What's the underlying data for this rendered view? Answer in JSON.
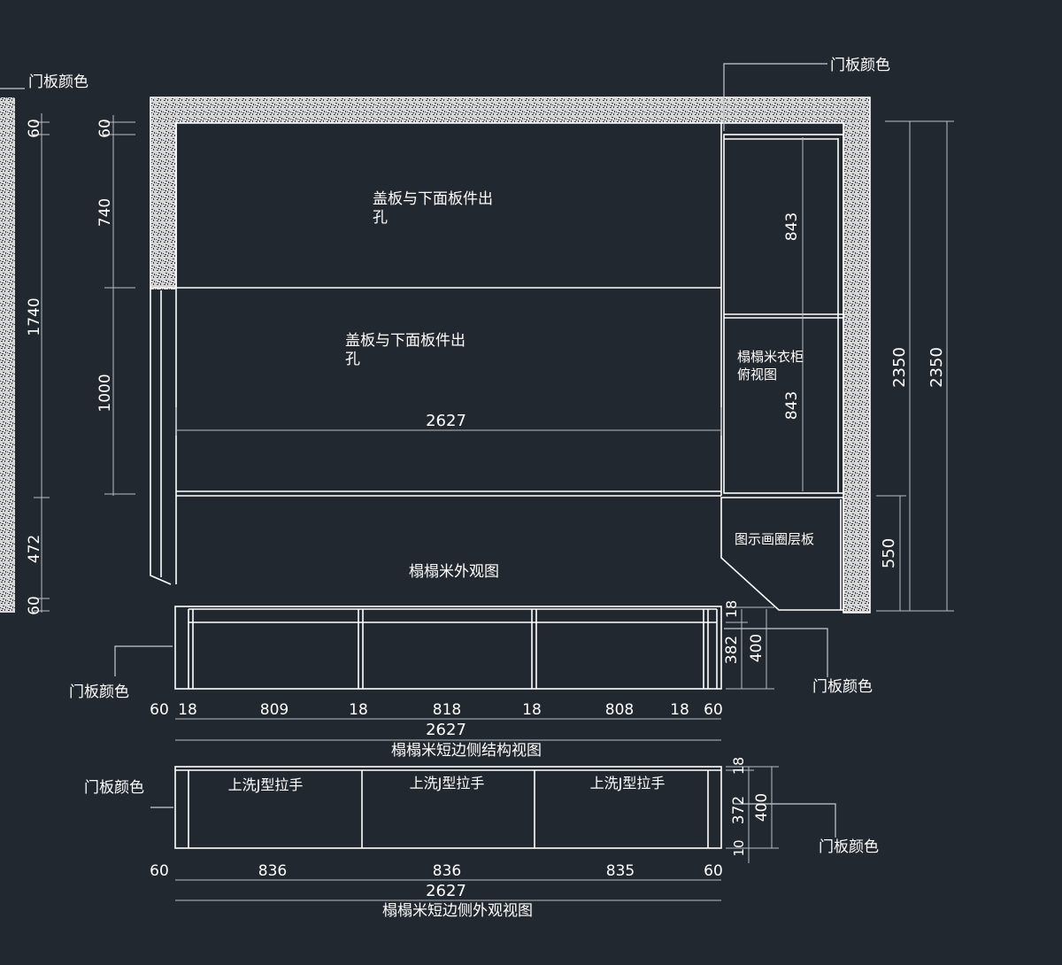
{
  "colors": {
    "background": "#212830",
    "linework": "#ffffff",
    "dimension": "#b9bec4"
  },
  "labels": {
    "door_color": "门板颜色",
    "cover_hole": "盖板与下面板件出",
    "cover_hole_2": "孔",
    "tatami_exterior": "榻榻米外观图",
    "wardrobe_top": "榻榻米衣柜",
    "wardrobe_top_2": "俯视图",
    "layer_board": "图示画圈层板",
    "short_side_structure": "榻榻米短边侧结构视图",
    "short_side_exterior": "榻榻米短边侧外观视图",
    "handle": "上洗J型拉手"
  },
  "dims": {
    "left": [
      "60",
      "1740",
      "472",
      "60"
    ],
    "plan_left": [
      "60",
      "740",
      "1000"
    ],
    "plan_width": "2627",
    "wardrobe": [
      "843",
      "843"
    ],
    "right": [
      "2350",
      "2350",
      "550"
    ],
    "struct_widths": [
      "60",
      "18",
      "809",
      "18",
      "818",
      "18",
      "808",
      "18",
      "60"
    ],
    "struct_total": "2627",
    "struct_heights": [
      "18",
      "382",
      "400"
    ],
    "ext_widths": [
      "60",
      "836",
      "836",
      "835",
      "60"
    ],
    "ext_total": "2627",
    "ext_heights": [
      "18",
      "372",
      "400",
      "10"
    ]
  }
}
